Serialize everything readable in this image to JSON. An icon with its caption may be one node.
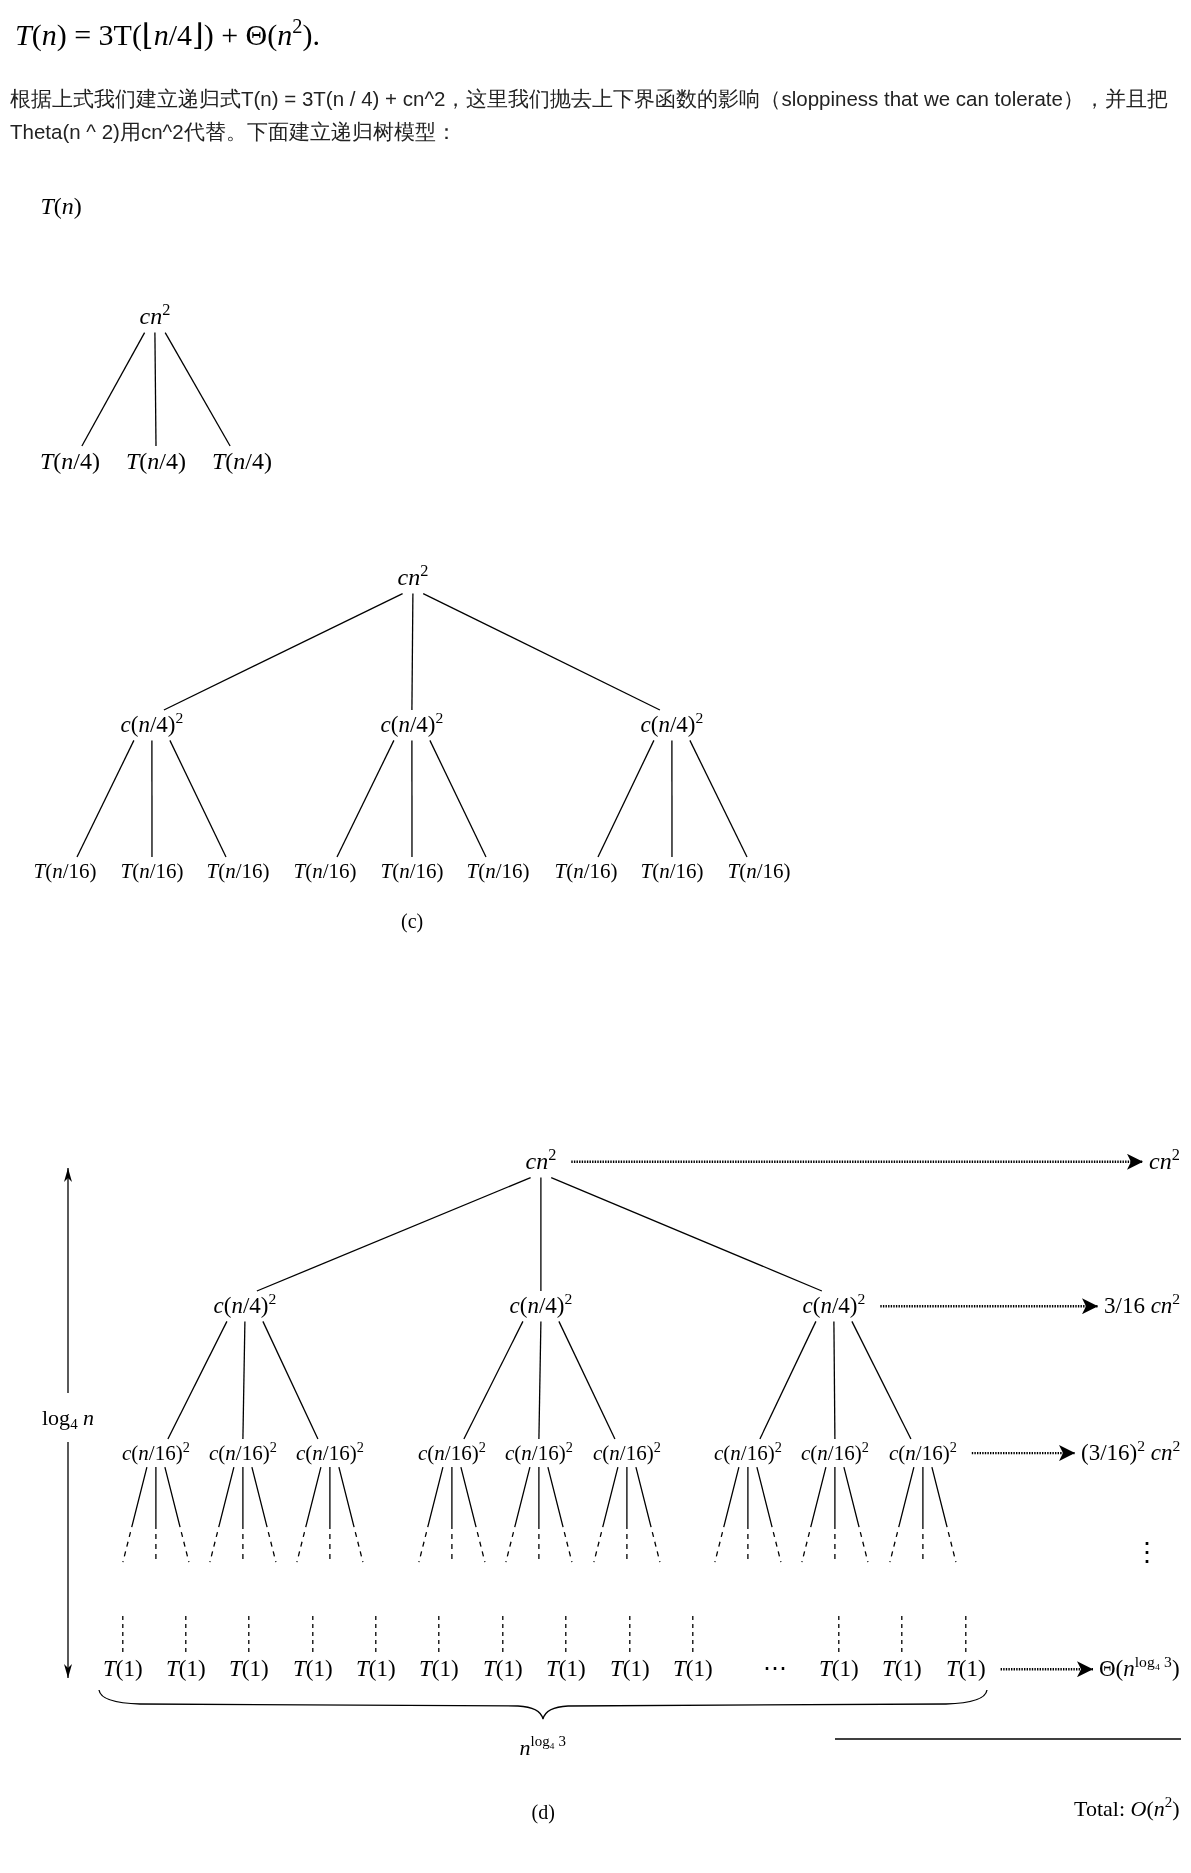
{
  "diagram": {
    "nodes": [
      {
        "text": [
          "*cn*$^{2}$"
        ]
      },
      {
        "text": [
          "*T*(*n*/4)"
        ]
      },
      {
        "text": [
          "*T*(*n*/4)"
        ]
      },
      {
        "text": [
          "*T*(*n*/4)"
        ]
      },
      {
        "text": [
          "*cn*$^{2}$"
        ]
      },
      {
        "text": [
          "*c*(*n*/4)$^{2}$"
        ]
      },
      {
        "text": [
          "*c*(*n*/4)$^{2}$"
        ]
      },
      {
        "text": [
          "*c*(*n*/4)$^{2}$"
        ]
      },
      {
        "text": [
          "*T*(*n*/16)"
        ]
      },
      {
        "text": [
          "*T*(*n*/16)"
        ]
      },
      {
        "text": [
          "*T*(*n*/16)"
        ]
      },
      {
        "text": [
          "*T*(*n*/16)"
        ]
      },
      {
        "text": [
          "*T*(*n*/16)"
        ]
      },
      {
        "text": [
          "*T*(*n*/16)"
        ]
      },
      {
        "text": [
          "*T*(*n*/16)"
        ]
      },
      {
        "text": [
          "*T*(*n*/16)"
        ]
      },
      {
        "text": [
          "*T*(*n*/16)"
        ]
      },
      {
        "text": [
          "*cn*$^{2}$"
        ]
      },
      {
        "text": [
          "*cn*$^{2}$"
        ]
      },
      {
        "text": [
          "*c*(*n*/4)$^{2}$"
        ]
      },
      {
        "text": [
          "*c*(*n*/4)$^{2}$"
        ]
      },
      {
        "text": [
          "*c*(*n*/4)$^{2}$"
        ]
      },
      {
        "text": [
          "3/16 *cn*$^{2}$"
        ]
      },
      {
        "text": [
          "*c*(*n*/16)$^{2}$"
        ]
      },
      {
        "text": [
          "*c*(*n*/16)$^{2}$"
        ]
      },
      {
        "text": [
          "*c*(*n*/16)$^{2}$"
        ]
      },
      {
        "text": [
          "*c*(*n*/16)$^{2}$"
        ]
      },
      {
        "text": [
          "*c*(*n*/16)$^{2}$"
        ]
      },
      {
        "text": [
          "*c*(*n*/16)$^{2}$"
        ]
      },
      {
        "text": [
          "*c*(*n*/16)$^{2}$"
        ]
      },
      {
        "text": [
          "*c*(*n*/16)$^{2}$"
        ]
      },
      {
        "text": [
          "*c*(*n*/16)$^{2}$"
        ]
      },
      {
        "text": [
          "(3/16)$^{2}$ *cn*$^{2}$"
        ]
      },
      {
        "text": [
          "*T*(1)"
        ]
      },
      {
        "text": [
          "*T*(1)"
        ]
      },
      {
        "text": [
          "*T*(1)"
        ]
      },
      {
        "text": [
          "*T*(1)"
        ]
      },
      {
        "text": [
          "*T*(1)"
        ]
      },
      {
        "text": [
          "*T*(1)"
        ]
      },
      {
        "text": [
          "*T*(1)"
        ]
      },
      {
        "text": [
          "*T*(1)"
        ]
      },
      {
        "text": [
          "*T*(1)"
        ]
      },
      {
        "text": [
          "*T*(1)"
        ]
      },
      {
        "text": [
          "*T*(1)"
        ]
      },
      {
        "text": [
          "*T*(1)"
        ]
      },
      {
        "text": [
          "*T*(1)"
        ]
      },
      {
        "text": [
          "Θ(*n*$^{log₄ 3}$)"
        ]
      }
    ],
    "edges": [
      {
        "from": 0,
        "to": 1,
        "arrow": "none"
      },
      {
        "from": 0,
        "to": 2,
        "arrow": "none"
      },
      {
        "from": 0,
        "to": 3,
        "arrow": "none"
      },
      {
        "from": 4,
        "to": 5,
        "arrow": "none"
      },
      {
        "from": 4,
        "to": 6,
        "arrow": "none"
      },
      {
        "from": 4,
        "to": 7,
        "arrow": "none"
      },
      {
        "from": 5,
        "to": 8,
        "arrow": "none"
      },
      {
        "from": 5,
        "to": 9,
        "arrow": "none"
      },
      {
        "from": 5,
        "to": 10,
        "arrow": "none"
      },
      {
        "from": 6,
        "to": 11,
        "arrow": "none"
      },
      {
        "from": 6,
        "to": 12,
        "arrow": "none"
      },
      {
        "from": 6,
        "to": 13,
        "arrow": "none"
      },
      {
        "from": 7,
        "to": 14,
        "arrow": "none"
      },
      {
        "from": 7,
        "to": 15,
        "arrow": "none"
      },
      {
        "from": 7,
        "to": 16,
        "arrow": "none"
      },
      {
        "from": 17,
        "to": 18,
        "arrow": "to",
        "style": "dashed"
      },
      {
        "from": 17,
        "to": 19,
        "arrow": "none"
      },
      {
        "from": 17,
        "to": 20,
        "arrow": "none"
      },
      {
        "from": 17,
        "to": 21,
        "arrow": "none"
      },
      {
        "from": 21,
        "to": 22,
        "arrow": "to",
        "style": "dashed"
      },
      {
        "from": 19,
        "to": 23,
        "arrow": "none"
      },
      {
        "from": 19,
        "to": 24,
        "arrow": "none"
      },
      {
        "from": 19,
        "to": 25,
        "arrow": "none"
      },
      {
        "from": 20,
        "to": 26,
        "arrow": "none"
      },
      {
        "from": 20,
        "to": 27,
        "arrow": "none"
      },
      {
        "from": 20,
        "to": 28,
        "arrow": "none"
      },
      {
        "from": 21,
        "to": 29,
        "arrow": "none"
      },
      {
        "from": 21,
        "to": 30,
        "arrow": "none"
      },
      {
        "from": 21,
        "to": 31,
        "arrow": "none"
      },
      {
        "from": 31,
        "to": 32,
        "arrow": "to",
        "style": "dashed"
      },
      {
        "from": 23,
        "to": null,
        "arrow": "none",
        "style": "dashed"
      },
      {
        "from": 23,
        "to": null,
        "arrow": "none",
        "style": "dashed"
      },
      {
        "from": 23,
        "to": null,
        "arrow": "none",
        "style": "dashed"
      },
      {
        "from": 24,
        "to": null,
        "arrow": "none",
        "style": "dashed"
      },
      {
        "from": 24,
        "to": null,
        "arrow": "none",
        "style": "dashed"
      },
      {
        "from": 24,
        "to": null,
        "arrow": "none",
        "style": "dashed"
      },
      {
        "from": 25,
        "to": null,
        "arrow": "none",
        "style": "dashed"
      },
      {
        "from": 25,
        "to": null,
        "arrow": "none",
        "style": "dashed"
      },
      {
        "from": 25,
        "to": null,
        "arrow": "none",
        "style": "dashed"
      },
      {
        "from": 26,
        "to": null,
        "arrow": "none",
        "style": "dashed"
      },
      {
        "from": 26,
        "to": null,
        "arrow": "none",
        "style": "dashed"
      },
      {
        "from": 26,
        "to": null,
        "arrow": "none",
        "style": "dashed"
      },
      {
        "from": 27,
        "to": null,
        "arrow": "none",
        "style": "dashed"
      },
      {
        "from": 27,
        "to": null,
        "arrow": "none",
        "style": "dashed"
      },
      {
        "from": 27,
        "to": null,
        "arrow": "none",
        "style": "dashed"
      },
      {
        "from": 28,
        "to": null,
        "arrow": "none",
        "style": "dashed"
      },
      {
        "from": 28,
        "to": null,
        "arrow": "none",
        "style": "dashed"
      },
      {
        "from": 28,
        "to": null,
        "arrow": "none",
        "style": "dashed"
      },
      {
        "from": 29,
        "to": null,
        "arrow": "none",
        "style": "dashed"
      },
      {
        "from": 29,
        "to": null,
        "arrow": "none",
        "style": "dashed"
      },
      {
        "from": 29,
        "to": null,
        "arrow": "none",
        "style": "dashed"
      },
      {
        "from": 30,
        "to": null,
        "arrow": "none",
        "style": "dashed"
      },
      {
        "from": 30,
        "to": null,
        "arrow": "none",
        "style": "dashed"
      },
      {
        "from": 30,
        "to": null,
        "arrow": "none",
        "style": "dashed"
      },
      {
        "from": 31,
        "to": null,
        "arrow": "none",
        "style": "dashed"
      },
      {
        "from": 31,
        "to": null,
        "arrow": "none",
        "style": "dashed"
      },
      {
        "from": 31,
        "to": null,
        "arrow": "none",
        "style": "dashed"
      },
      {
        "from": null,
        "to": 33,
        "arrow": "none",
        "style": "dashed"
      },
      {
        "from": null,
        "to": 34,
        "arrow": "none",
        "style": "dashed"
      },
      {
        "from": null,
        "to": 35,
        "arrow": "none",
        "style": "dashed"
      },
      {
        "from": null,
        "to": 36,
        "arrow": "none",
        "style": "dashed"
      },
      {
        "from": null,
        "to": 37,
        "arrow": "none",
        "style": "dashed"
      },
      {
        "from": null,
        "to": 38,
        "arrow": "none",
        "style": "dashed"
      },
      {
        "from": null,
        "to": 39,
        "arrow": "none",
        "style": "dashed"
      },
      {
        "from": null,
        "to": 40,
        "arrow": "none",
        "style": "dashed"
      },
      {
        "from": null,
        "to": 41,
        "arrow": "none",
        "style": "dashed"
      },
      {
        "from": null,
        "to": 42,
        "arrow": "none",
        "style": "dashed"
      },
      {
        "from": null,
        "to": 43,
        "arrow": "none",
        "style": "dashed"
      },
      {
        "from": null,
        "to": 44,
        "arrow": "none",
        "style": "dashed"
      },
      {
        "from": null,
        "to": 45,
        "arrow": "none",
        "style": "dashed"
      },
      {
        "from": 45,
        "to": 46,
        "arrow": "to",
        "style": "dashed"
      }
    ],
    "labels": [
      "*T*(*n*) = 3T(⌊*n*/4⌋) + Θ(*n*$^{2}$).",
      "根据上式我们建立递归式T(n) = 3T(n / 4) + cn^2，这里我们抛去上下界函数的影响（sloppiness that we can tolerate），并且把Theta(n ^ 2)用cn^2代替。下面建立递归树模型：",
      "*T*(*n*)",
      "(c)",
      "log$_{4}$ *n*",
      "⋮",
      "⋯",
      "*n*$^{log₄ 3}$",
      "(d)",
      "Total: *O*(*n*$^{2}$)"
    ]
  }
}
